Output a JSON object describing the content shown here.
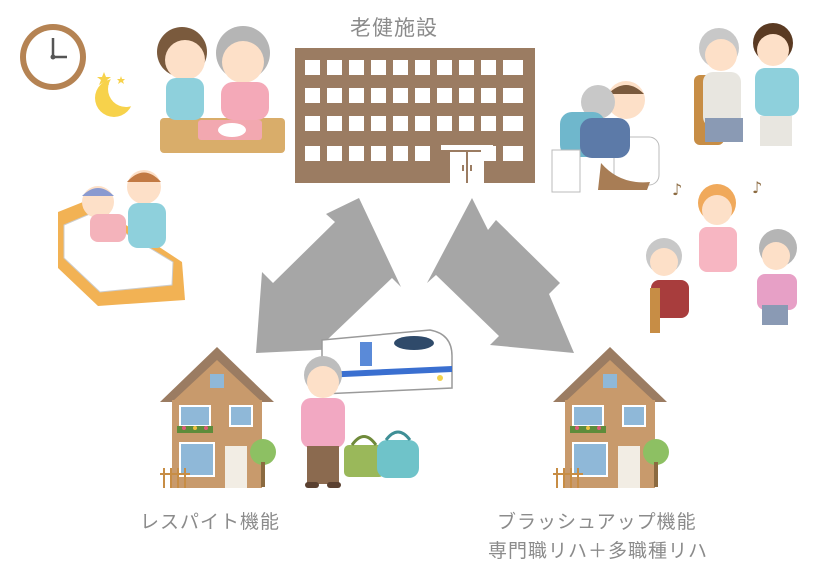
{
  "facility": {
    "title": "老健施設"
  },
  "respite": {
    "label": "レスパイト機能"
  },
  "brushup": {
    "label_line1": "ブラッシュアップ機能",
    "label_line2": "専門職リハ＋多職種リハ"
  },
  "icons": {
    "clock": "clock-icon",
    "moon": "crescent-moon-icon",
    "train": "bullet-train-icon",
    "bags": "luggage-bags-icon"
  },
  "colors": {
    "building": "#9b7c62",
    "arrow": "#a6a6a6",
    "caption": "#8b8b8b",
    "house_wall": "#c89a6c",
    "house_roof": "#9b7c62"
  }
}
